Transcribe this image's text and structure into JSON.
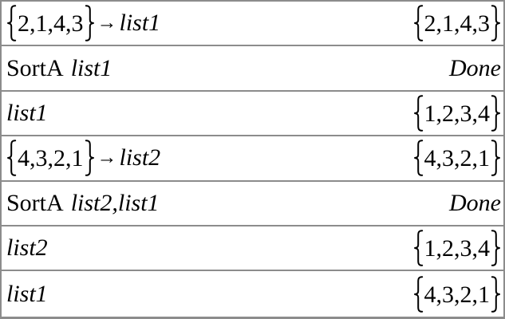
{
  "document": {
    "kind": "cas-calculator-history",
    "title": "SortA examples",
    "separator_color": "#8c8c8c",
    "text_color": "#000000",
    "background_color": "#ffffff"
  },
  "icons": {
    "store_arrow": "→",
    "left_brace": "{",
    "right_brace": "}"
  },
  "rows": [
    {
      "id": "row-1",
      "expression": {
        "type": "store",
        "list": "2,1,4,3",
        "arrow": "→",
        "target": "list1"
      },
      "result": {
        "type": "list",
        "list": "2,1,4,3"
      }
    },
    {
      "id": "row-2",
      "expression": {
        "type": "command",
        "command": "SortA",
        "args": "list1"
      },
      "result": {
        "type": "word",
        "value": "Done"
      }
    },
    {
      "id": "row-3",
      "expression": {
        "type": "variable",
        "name": "list1"
      },
      "result": {
        "type": "list",
        "list": "1,2,3,4"
      }
    },
    {
      "id": "row-4",
      "expression": {
        "type": "store",
        "list": "4,3,2,1",
        "arrow": "→",
        "target": "list2"
      },
      "result": {
        "type": "list",
        "list": "4,3,2,1"
      }
    },
    {
      "id": "row-5",
      "expression": {
        "type": "command",
        "command": "SortA",
        "args": "list2,list1"
      },
      "result": {
        "type": "word",
        "value": "Done"
      }
    },
    {
      "id": "row-6",
      "expression": {
        "type": "variable",
        "name": "list2"
      },
      "result": {
        "type": "list",
        "list": "1,2,3,4"
      }
    },
    {
      "id": "row-7",
      "expression": {
        "type": "variable",
        "name": "list1"
      },
      "result": {
        "type": "list",
        "list": "4,3,2,1"
      }
    }
  ]
}
